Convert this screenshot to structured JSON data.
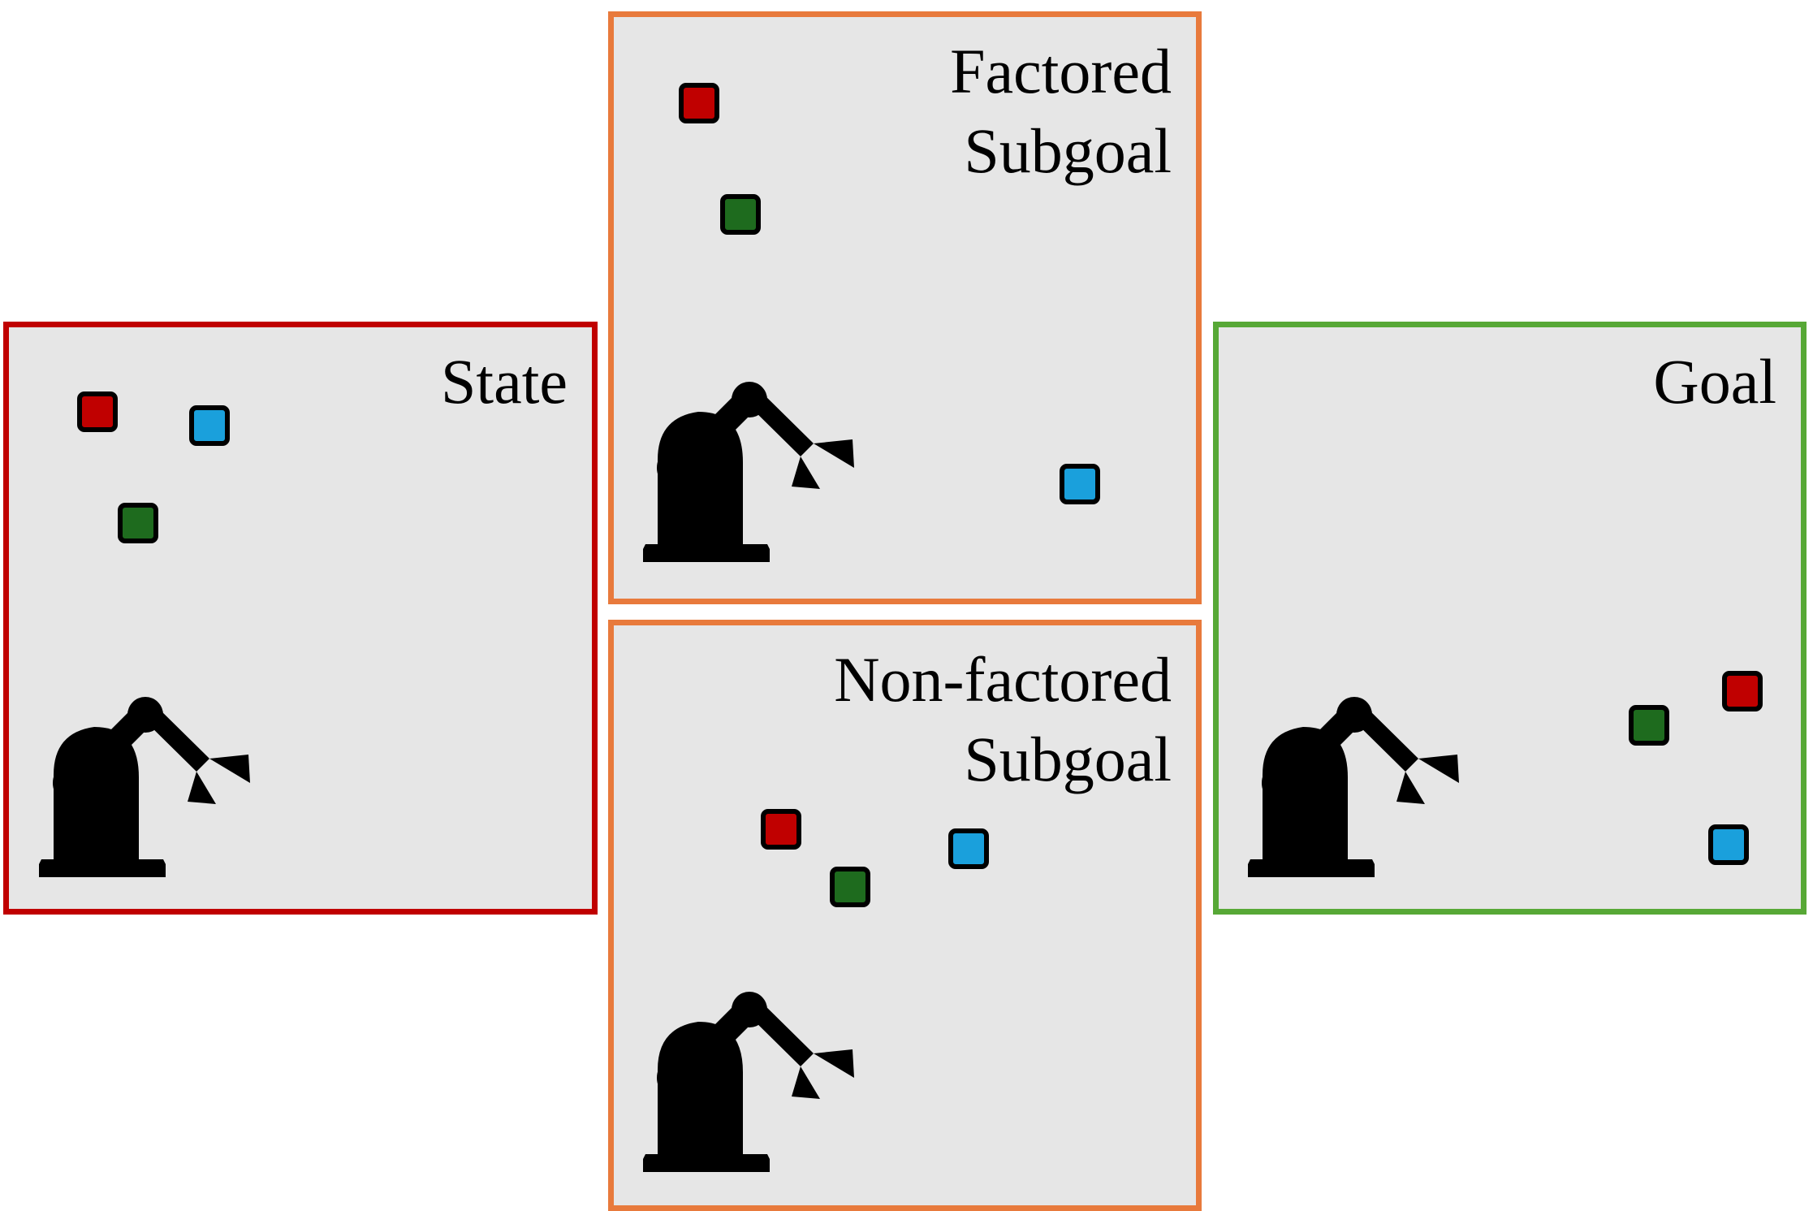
{
  "colors": {
    "red_block": "#c00000",
    "green_block": "#1e6b1e",
    "blue_block": "#1aa0dc",
    "state_border": "#c00000",
    "subgoal_border": "#e87a3c",
    "goal_border": "#57a836",
    "panel_background": "#e6e6e6"
  },
  "icons": {
    "robot": "robot-arm-icon",
    "block": "square-block"
  },
  "panels": {
    "state": {
      "title": "State"
    },
    "factored_subgoal": {
      "title_line1": "Factored",
      "title_line2": "Subgoal"
    },
    "nonfactored_subgoal": {
      "title_line1": "Non-factored",
      "title_line2": "Subgoal"
    },
    "goal": {
      "title": "Goal"
    }
  }
}
